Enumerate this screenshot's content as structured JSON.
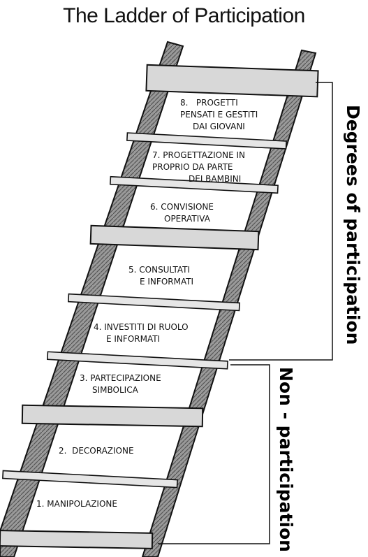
{
  "title": "The Ladder of Participation",
  "rungs": [
    {
      "line1": "8.   PROGETTI",
      "line2": "PENSATI E GESTITI",
      "line3": "DAI GIOVANI"
    },
    {
      "line1": "7. PROGETTAZIONE IN",
      "line2": "PROPRIO DA PARTE",
      "line3": "DEI BAMBINI"
    },
    {
      "line1": "6. CONVISIONE",
      "line2": "OPERATIVA"
    },
    {
      "line1": "5. CONSULTATI",
      "line2": "E INFORMATI"
    },
    {
      "line1": "4. INVESTITI DI RUOLO",
      "line2": "E INFORMATI"
    },
    {
      "line1": "3. PARTECIPAZIONE",
      "line2": "SIMBOLICA"
    },
    {
      "line1": "2.  DECORAZIONE"
    },
    {
      "line1": "1. MANIPOLAZIONE"
    }
  ],
  "groups": {
    "degrees": "Degrees of participation",
    "non": "Non - participation"
  }
}
